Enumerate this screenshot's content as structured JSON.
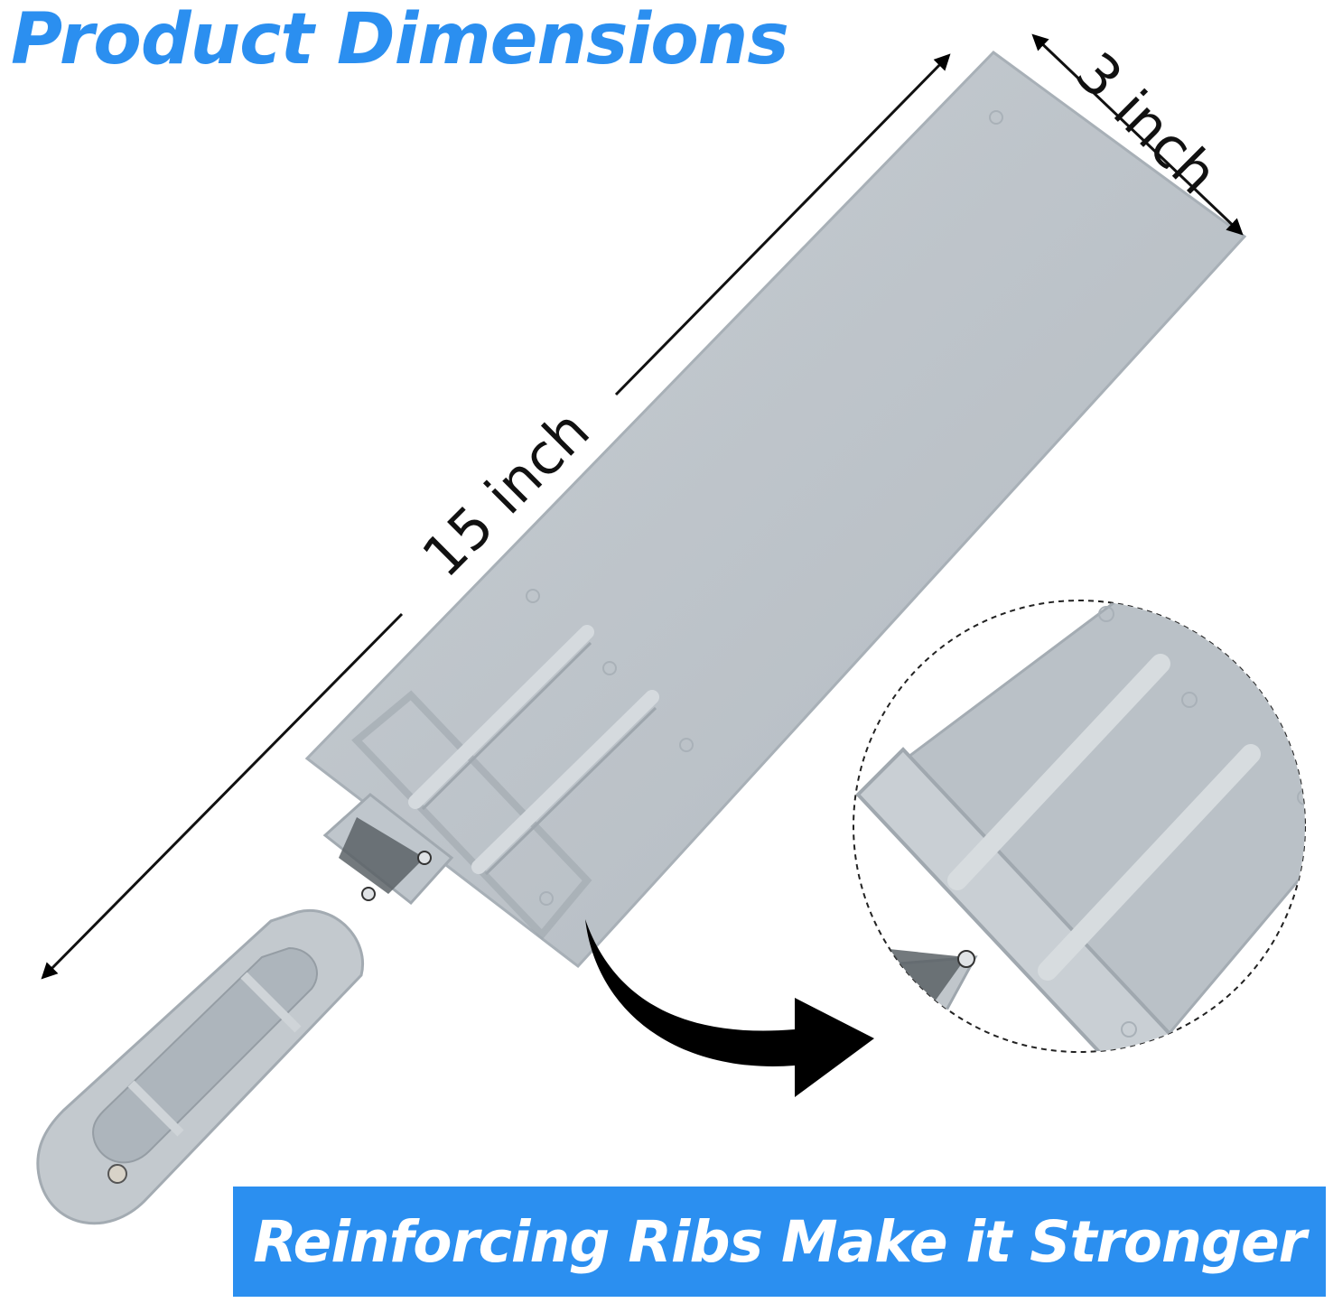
{
  "header": {
    "title": "Product Dimensions"
  },
  "dimensions": {
    "length_label": "15 inch",
    "width_label": "3 inch"
  },
  "callout": {
    "text": "Reinforcing Ribs Make it Stronger"
  },
  "colors": {
    "accent": "#2b8ff0",
    "product_gray": "#b9c0c6",
    "product_shadow": "#a4acb3",
    "arrow": "#000000"
  }
}
